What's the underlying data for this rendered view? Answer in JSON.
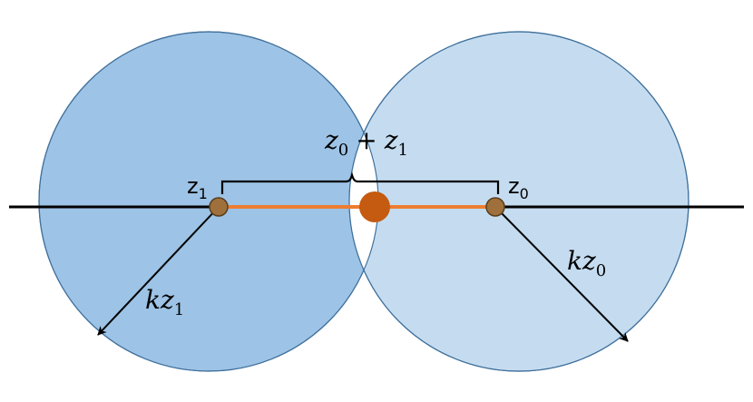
{
  "labels": {
    "z1_point": {
      "base": "z",
      "sub": "1"
    },
    "z0_point": {
      "base": "z",
      "sub": "0"
    },
    "sum": {
      "a_base": "z",
      "a_sub": "0",
      "op": "+",
      "b_base": "z",
      "b_sub": "1"
    },
    "radius_left": {
      "coef": "k",
      "base": "z",
      "sub": "1"
    },
    "radius_right": {
      "coef": "k",
      "base": "z",
      "sub": "0"
    }
  },
  "colors": {
    "left_circle_fill": "#9dc3e6",
    "right_circle_fill": "#c5dcf0",
    "circle_stroke": "#41719c",
    "axis_line": "#000000",
    "segment": "#ed7d31",
    "center_dot": "#c55a11",
    "point_dot": "#a0703c",
    "point_stroke": "#5a3d1c"
  }
}
